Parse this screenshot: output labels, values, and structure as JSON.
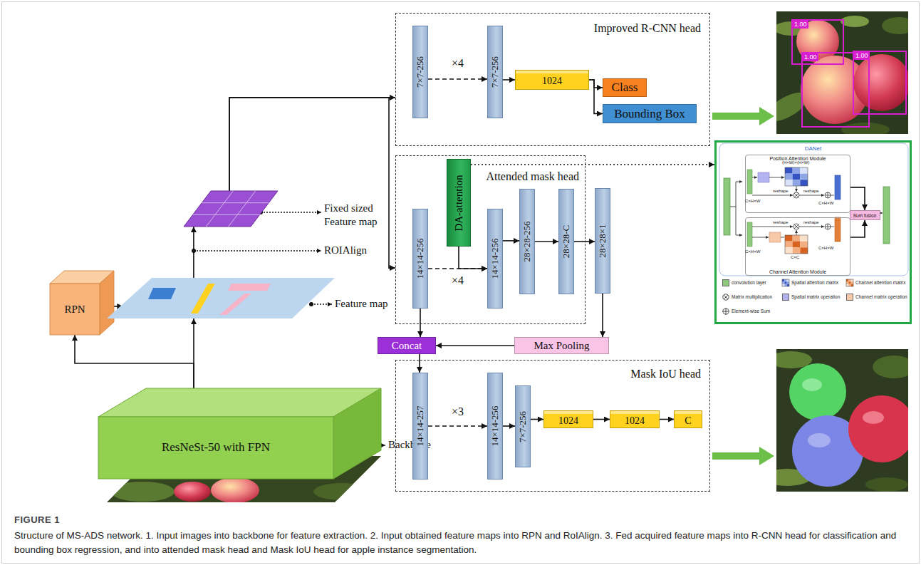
{
  "diagram": {
    "caption": "Structure of MS-ADS network. 1. Input images into backbone for feature extraction. 2. Input obtained feature maps into RPN and RoIAlign. 3. Fed acquired feature maps into R-CNN head for classification and bounding box regression, and into attended mask head and Mask IoU head for apple instance segmentation.",
    "nodes": [
      {
        "text": [
          "Improved R-CNN head"
        ]
      },
      {
        "text": [
          "7×7-256"
        ],
        "in": 0
      },
      {
        "text": [
          "7×7-256"
        ],
        "in": 0
      },
      {
        "text": [
          "1024"
        ],
        "in": 0
      },
      {
        "text": [
          "Class"
        ],
        "in": 0
      },
      {
        "text": [
          "Bounding Box"
        ],
        "in": 0
      },
      {
        "text": [
          "Attended mask head"
        ]
      },
      {
        "text": [
          "14×14-256"
        ],
        "in": 6
      },
      {
        "text": [
          "DA-attention"
        ],
        "in": 6
      },
      {
        "text": [
          "14×14-256"
        ],
        "in": 6
      },
      {
        "text": [
          "28×28-256"
        ],
        "in": 6
      },
      {
        "text": [
          "28×28-C"
        ],
        "in": 6
      },
      {
        "text": [
          "28×28×1"
        ]
      },
      {
        "text": [
          "DANet"
        ]
      },
      {
        "text": [
          "Position Attention Module"
        ],
        "in": 13
      },
      {
        "text": [
          "Channel Attention Module"
        ],
        "in": 13
      },
      {
        "text": [
          "Sum fusion"
        ],
        "in": 13
      },
      {
        "text": [
          "Fixed sized Feature map"
        ]
      },
      {
        "text": [
          "RPN"
        ]
      },
      {
        "text": [
          "Feature map"
        ]
      },
      {
        "text": [
          "ResNeSt-50 with FPN",
          "Backbone"
        ]
      },
      {
        "text": [
          "Concat"
        ]
      },
      {
        "text": [
          "Max Pooling"
        ]
      },
      {
        "text": [
          "Mask IoU head"
        ]
      },
      {
        "text": [
          "14×14-257"
        ],
        "in": 23
      },
      {
        "text": [
          "14×14-256"
        ],
        "in": 23
      },
      {
        "text": [
          "7×7-256"
        ],
        "in": 23
      },
      {
        "text": [
          "1024"
        ],
        "in": 23
      },
      {
        "text": [
          "1024"
        ],
        "in": 23
      },
      {
        "text": [
          "C"
        ],
        "in": 23
      }
    ],
    "edges": [
      {
        "from": 1,
        "to": 2,
        "arrow": "to",
        "label": "×4"
      },
      {
        "from": 2,
        "to": 3,
        "arrow": "to"
      },
      {
        "from": 3,
        "to": 4,
        "arrow": "to"
      },
      {
        "from": 3,
        "to": 5,
        "arrow": "to"
      },
      {
        "from": 17,
        "to": 0,
        "arrow": "to"
      },
      {
        "from": 17,
        "to": 6,
        "arrow": "to"
      },
      {
        "from": 7,
        "to": 9,
        "arrow": "to",
        "label": "×4"
      },
      {
        "from": 8,
        "to": 9,
        "arrow": "to"
      },
      {
        "from": 9,
        "to": 10,
        "arrow": "to"
      },
      {
        "from": 10,
        "to": 11,
        "arrow": "to"
      },
      {
        "from": 11,
        "to": 12,
        "arrow": "to"
      },
      {
        "from": 8,
        "to": 13,
        "arrow": "to"
      },
      {
        "from": 12,
        "to": 22,
        "arrow": "to"
      },
      {
        "from": 22,
        "to": 21,
        "arrow": "to"
      },
      {
        "from": 7,
        "to": 21,
        "arrow": "to"
      },
      {
        "from": 21,
        "to": 24,
        "arrow": "to"
      },
      {
        "from": 24,
        "to": 25,
        "arrow": "to",
        "label": "×3"
      },
      {
        "from": 25,
        "to": 26,
        "arrow": "to"
      },
      {
        "from": 26,
        "to": 27,
        "arrow": "to"
      },
      {
        "from": 27,
        "to": 28,
        "arrow": "to"
      },
      {
        "from": 28,
        "to": 29,
        "arrow": "to"
      },
      {
        "from": 20,
        "to": 19,
        "arrow": "to"
      },
      {
        "from": 20,
        "to": 18,
        "arrow": "to"
      },
      {
        "from": 18,
        "to": 19,
        "arrow": "to"
      },
      {
        "from": 19,
        "to": 17,
        "arrow": "to"
      },
      {
        "from": 14,
        "to": 16,
        "arrow": "to"
      },
      {
        "from": 15,
        "to": 16,
        "arrow": "to"
      }
    ],
    "labels": [
      "ROIAlign",
      "1.00",
      "1.00",
      "1.00",
      "(H×W)×(H×W)",
      "C×H×W",
      "reshape",
      "reshape",
      "C×H×W",
      "reshape",
      "reshape",
      "C×C",
      "C×H×W",
      "C×H×W",
      "FIGURE 1"
    ],
    "legend": [
      {
        "text": "convolution layer",
        "color": "#8cc97b"
      },
      {
        "text": "Spatial attention matrix"
      },
      {
        "text": "Channel attention matrix"
      },
      {
        "text": "Matrix multiplication"
      },
      {
        "text": "Spatial matrix operation",
        "color": "#b3b3f0"
      },
      {
        "text": "Channel matrix operation",
        "color": "#f7c9a8"
      },
      {
        "text": "Element-wise Sum"
      }
    ]
  }
}
